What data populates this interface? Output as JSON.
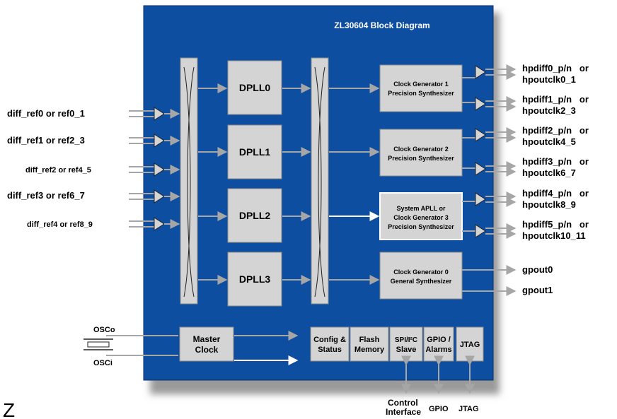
{
  "title": "ZL30604 Block Diagram",
  "inputs": [
    "diff_ref0 or ref0_1",
    "diff_ref1 or ref2_3",
    "diff_ref2 or ref4_5",
    "diff_ref3 or ref6_7",
    "diff_ref4 or ref8_9"
  ],
  "dplls": [
    "DPLL0",
    "DPLL1",
    "DPLL2",
    "DPLL3"
  ],
  "synth": {
    "cg1": [
      "Clock Generator 1",
      "Precision Synthesizer"
    ],
    "cg2": [
      "Clock Generator 2",
      "Precision Synthesizer"
    ],
    "apll": [
      "System APLL or",
      "Clock Generator 3",
      "Precision Synthesizer"
    ],
    "cg0": [
      "Clock Generator 0",
      "General Synthesizer"
    ]
  },
  "outputs": [
    [
      "hpdiff0_p/n   or",
      "hpoutclk0_1"
    ],
    [
      "hpdiff1_p/n   or",
      "hpoutclk2_3"
    ],
    [
      "hpdiff2_p/n   or",
      "hpoutclk4_5"
    ],
    [
      "hpdiff3_p/n   or",
      "hpoutclk6_7"
    ],
    [
      "hpdiff4_p/n   or",
      "hpoutclk8_9"
    ],
    [
      "hpdiff5_p/n   or",
      "hpoutclk10_11"
    ]
  ],
  "gpout": [
    "gpout0",
    "gpout1"
  ],
  "osc": {
    "out": "OSCo",
    "in": "OSCi"
  },
  "master_clock": [
    "Master",
    "Clock"
  ],
  "small_blocks": {
    "config": [
      "Config &",
      "Status"
    ],
    "flash": [
      "Flash",
      "Memory"
    ],
    "spi": [
      "SPI/I²C",
      "Slave"
    ],
    "gpio": [
      "GPIO /",
      "Alarms"
    ],
    "jtag": [
      "JTAG"
    ]
  },
  "bottom_labels": {
    "control": [
      "Control",
      "Interface"
    ],
    "gpio": "GPIO",
    "jtag": "JTAG"
  },
  "corner_text": "Z",
  "colors": {
    "chip": "#0e4ea1",
    "block": "#d4d4d4",
    "arrow": "#a6a6a6",
    "shadow": "#9a9a9a"
  }
}
